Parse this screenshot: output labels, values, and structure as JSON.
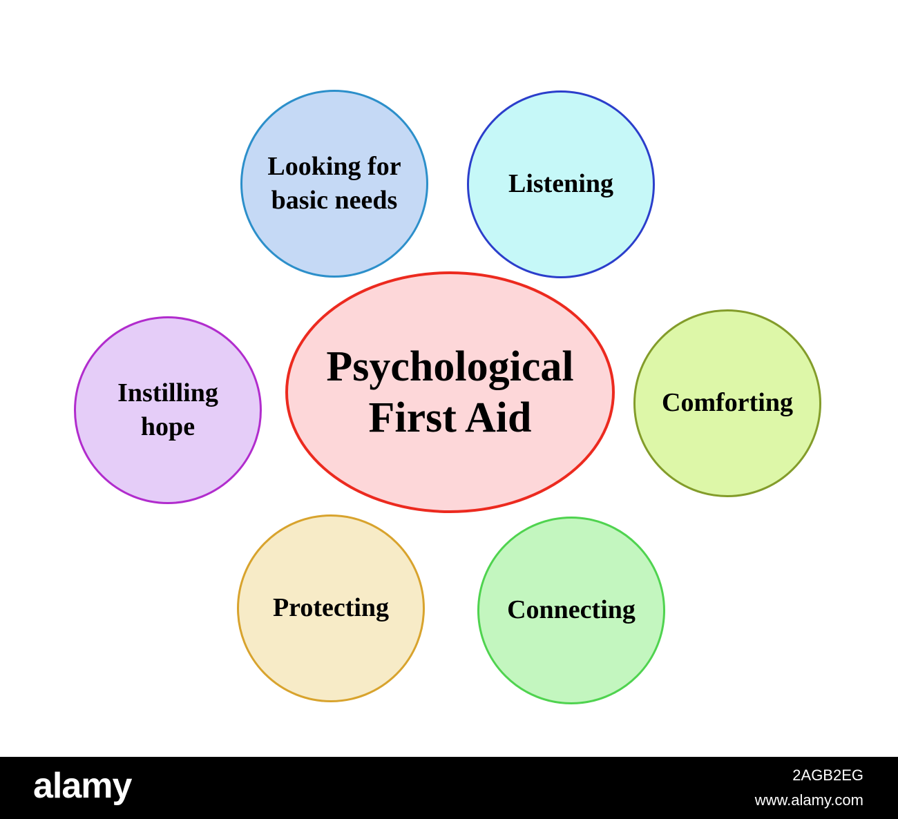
{
  "diagram": {
    "center": {
      "line1": "Psychological",
      "line2": "First Aid",
      "border": "#ec2a1f",
      "fill": "#fdd7d9"
    },
    "nodes": [
      {
        "line1": "Looking for",
        "line2": "basic needs",
        "border": "#2c8fca",
        "fill": "#c5d9f5"
      },
      {
        "line1": "Listening",
        "border": "#2b3ecb",
        "fill": "#c6f8f8"
      },
      {
        "line1": "Instilling",
        "line2": "hope",
        "border": "#b12ccd",
        "fill": "#e5cdf8"
      },
      {
        "line1": "Comforting",
        "border": "#839c2a",
        "fill": "#ddf7a8"
      },
      {
        "line1": "Protecting",
        "border": "#d8a32d",
        "fill": "#f7ebc7"
      },
      {
        "line1": "Connecting",
        "border": "#4fd34f",
        "fill": "#c3f6bf"
      }
    ]
  },
  "footer": {
    "logo": "alamy",
    "image_id": "2AGB2EG",
    "site": "www.alamy.com",
    "background": "#000000"
  }
}
